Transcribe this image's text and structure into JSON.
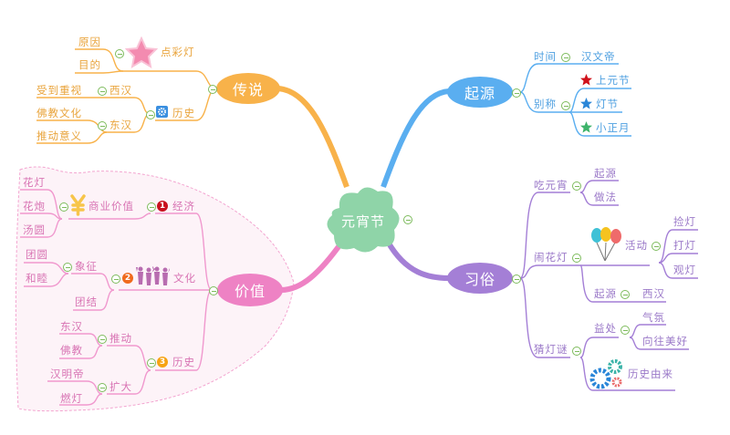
{
  "center": "元宵节",
  "legend": {
    "title": "传说",
    "lanterns": {
      "label": "点彩灯",
      "children": [
        "原因",
        "目的"
      ]
    },
    "history": {
      "label": "历史",
      "children": [
        {
          "label": "西汉",
          "children": [
            "受到重视"
          ]
        },
        {
          "label": "东汉",
          "children": [
            "佛教文化",
            "推动意义"
          ]
        }
      ]
    }
  },
  "origin": {
    "title": "起源",
    "time": {
      "label": "时间",
      "children": [
        "汉文帝"
      ]
    },
    "aliases": {
      "label": "别称",
      "children": [
        "上元节",
        "灯节",
        "小正月"
      ]
    }
  },
  "value": {
    "title": "价值",
    "economy": {
      "num": "1",
      "label": "经济",
      "sub": {
        "label": "商业价值",
        "children": [
          "花灯",
          "花炮",
          "汤圆"
        ]
      }
    },
    "culture": {
      "num": "2",
      "label": "文化",
      "subs": [
        {
          "label": "象征",
          "children": [
            "团圆",
            "和睦"
          ]
        },
        {
          "label": "团结"
        }
      ]
    },
    "history": {
      "num": "3",
      "label": "历史",
      "subs": [
        {
          "label": "推动",
          "children": [
            "东汉",
            "佛教"
          ]
        },
        {
          "label": "扩大",
          "children": [
            "汉明帝",
            "燃灯"
          ]
        }
      ]
    }
  },
  "customs": {
    "title": "习俗",
    "yuanxiao": {
      "label": "吃元宵",
      "children": [
        "起源",
        "做法"
      ]
    },
    "lantern": {
      "label": "闹花灯",
      "activity": {
        "label": "活动",
        "children": [
          "捡灯",
          "打灯",
          "观灯"
        ]
      },
      "origin": {
        "label": "起源",
        "children": [
          "西汉"
        ]
      }
    },
    "riddles": {
      "label": "猜灯谜",
      "benefit": {
        "label": "益处",
        "children": [
          "气氛",
          "向往美好"
        ]
      },
      "history": {
        "label": "历史由来"
      }
    }
  },
  "colors": {
    "legend": "#f8b24a",
    "origin": "#5aaef0",
    "value": "#ee82c4",
    "customs": "#a47fd6",
    "center": "#8fd4a8"
  }
}
